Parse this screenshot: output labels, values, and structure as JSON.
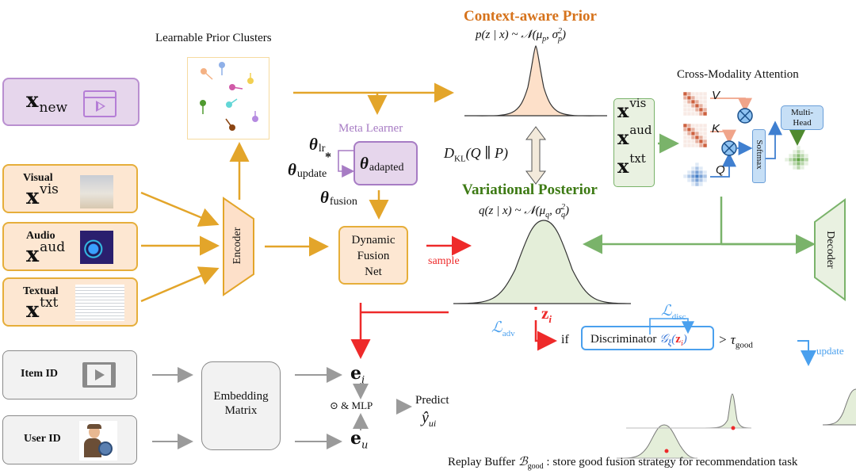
{
  "title": "Multimodal recommendation framework overview",
  "inputs": {
    "new_item": {
      "symbol": "x",
      "subscript": "new",
      "icon": "browser-video-icon"
    },
    "modalities": [
      {
        "name": "Visual",
        "symbol": "x",
        "superscript": "vis",
        "thumbnail": "movie-poster-thumbnail"
      },
      {
        "name": "Audio",
        "symbol": "x",
        "superscript": "aud",
        "thumbnail": "audio-waveform-thumbnail"
      },
      {
        "name": "Textual",
        "symbol": "x",
        "superscript": "txt",
        "thumbnail": "text-document-thumbnail"
      }
    ],
    "ids": [
      {
        "name": "Item ID",
        "icon": "film-strip-play-icon"
      },
      {
        "name": "User ID",
        "icon": "user-film-reel-icon"
      }
    ]
  },
  "encoder": {
    "label": "Encoder"
  },
  "decoder": {
    "label": "Decoder"
  },
  "prior_clusters": {
    "title": "Learnable Prior Clusters",
    "cluster_colors": [
      "#f4b183",
      "#8fb0e8",
      "#d05aa8",
      "#f2d052",
      "#4f9a2f",
      "#62d6d6",
      "#8b4513",
      "#b58ae0"
    ]
  },
  "meta_learner": {
    "title": "Meta Learner",
    "theta": "θ",
    "adapted_sub": "adapted",
    "lr_sub": "lr",
    "star": "*",
    "update_sub": "update",
    "fusion_sub": "fusion"
  },
  "fusion_net": {
    "line1": "Dynamic",
    "line2": "Fusion",
    "line3": "Net",
    "sample_label": "sample"
  },
  "prior": {
    "title": "Context-aware Prior",
    "formula": "p(z | x) ~ 𝒩(μ",
    "formula_sub": "p",
    "formula_mid": ", σ",
    "formula_sup": "2",
    "formula_sub2": "p",
    "formula_end": ")"
  },
  "kl": {
    "label": "D",
    "sub": "KL",
    "args": "(Q ∥ P)"
  },
  "posterior": {
    "title": "Variational Posterior",
    "formula": "q(z | x) ~ 𝒩(μ",
    "formula_sub": "q",
    "formula_mid": ", σ",
    "formula_sup": "2",
    "formula_sub2": "q",
    "formula_end": ")",
    "sample_symbol": "z",
    "sample_sub": "i"
  },
  "attention": {
    "title": "Cross-Modality Attention",
    "inputs": [
      {
        "symbol": "x",
        "sup": "vis"
      },
      {
        "symbol": "x",
        "sup": "aud"
      },
      {
        "symbol": "x",
        "sup": "txt"
      }
    ],
    "v": "V",
    "k": "K",
    "q": "Q",
    "softmax": "Softmax",
    "multihead_line1": "Multi-",
    "multihead_line2": "Head"
  },
  "discriminator": {
    "adv_loss": "ℒ",
    "adv_sub": "adv",
    "disc_loss": "ℒ",
    "disc_sub": "disc",
    "if": "if",
    "label": "Discriminator",
    "func": "𝒢",
    "func_sub": "ξ",
    "arg": "z",
    "arg_sub": "i",
    "compare": "> τ",
    "tau_sub": "good",
    "update": "update"
  },
  "replay_buffer": {
    "caption_pre": "Replay Buffer ",
    "symbol": "ℬ",
    "symbol_sub": "good",
    "caption_post": " : store good fusion strategy for recommendation task",
    "ellipsis": "• • •"
  },
  "embedding": {
    "line1": "Embedding",
    "line2": "Matrix",
    "ei": "e",
    "ei_sub": "i",
    "eu": "e",
    "eu_sub": "u",
    "op": "⊙ & MLP",
    "predict": "Predict",
    "y": "ŷ",
    "y_sub": "ui"
  },
  "colors": {
    "orange": "#e3a52a",
    "purple": "#a77cc4",
    "purple_fill": "#e6d6ec",
    "green": "#7ab36a",
    "green_fill": "#e9f1e1",
    "red": "#ee2a2a",
    "blue": "#4aa0ee",
    "gray": "#9a9a9a",
    "prior_title": "#d6731c",
    "posterior_title": "#3d7a14",
    "buffer_bg": "#d9e9fb"
  }
}
